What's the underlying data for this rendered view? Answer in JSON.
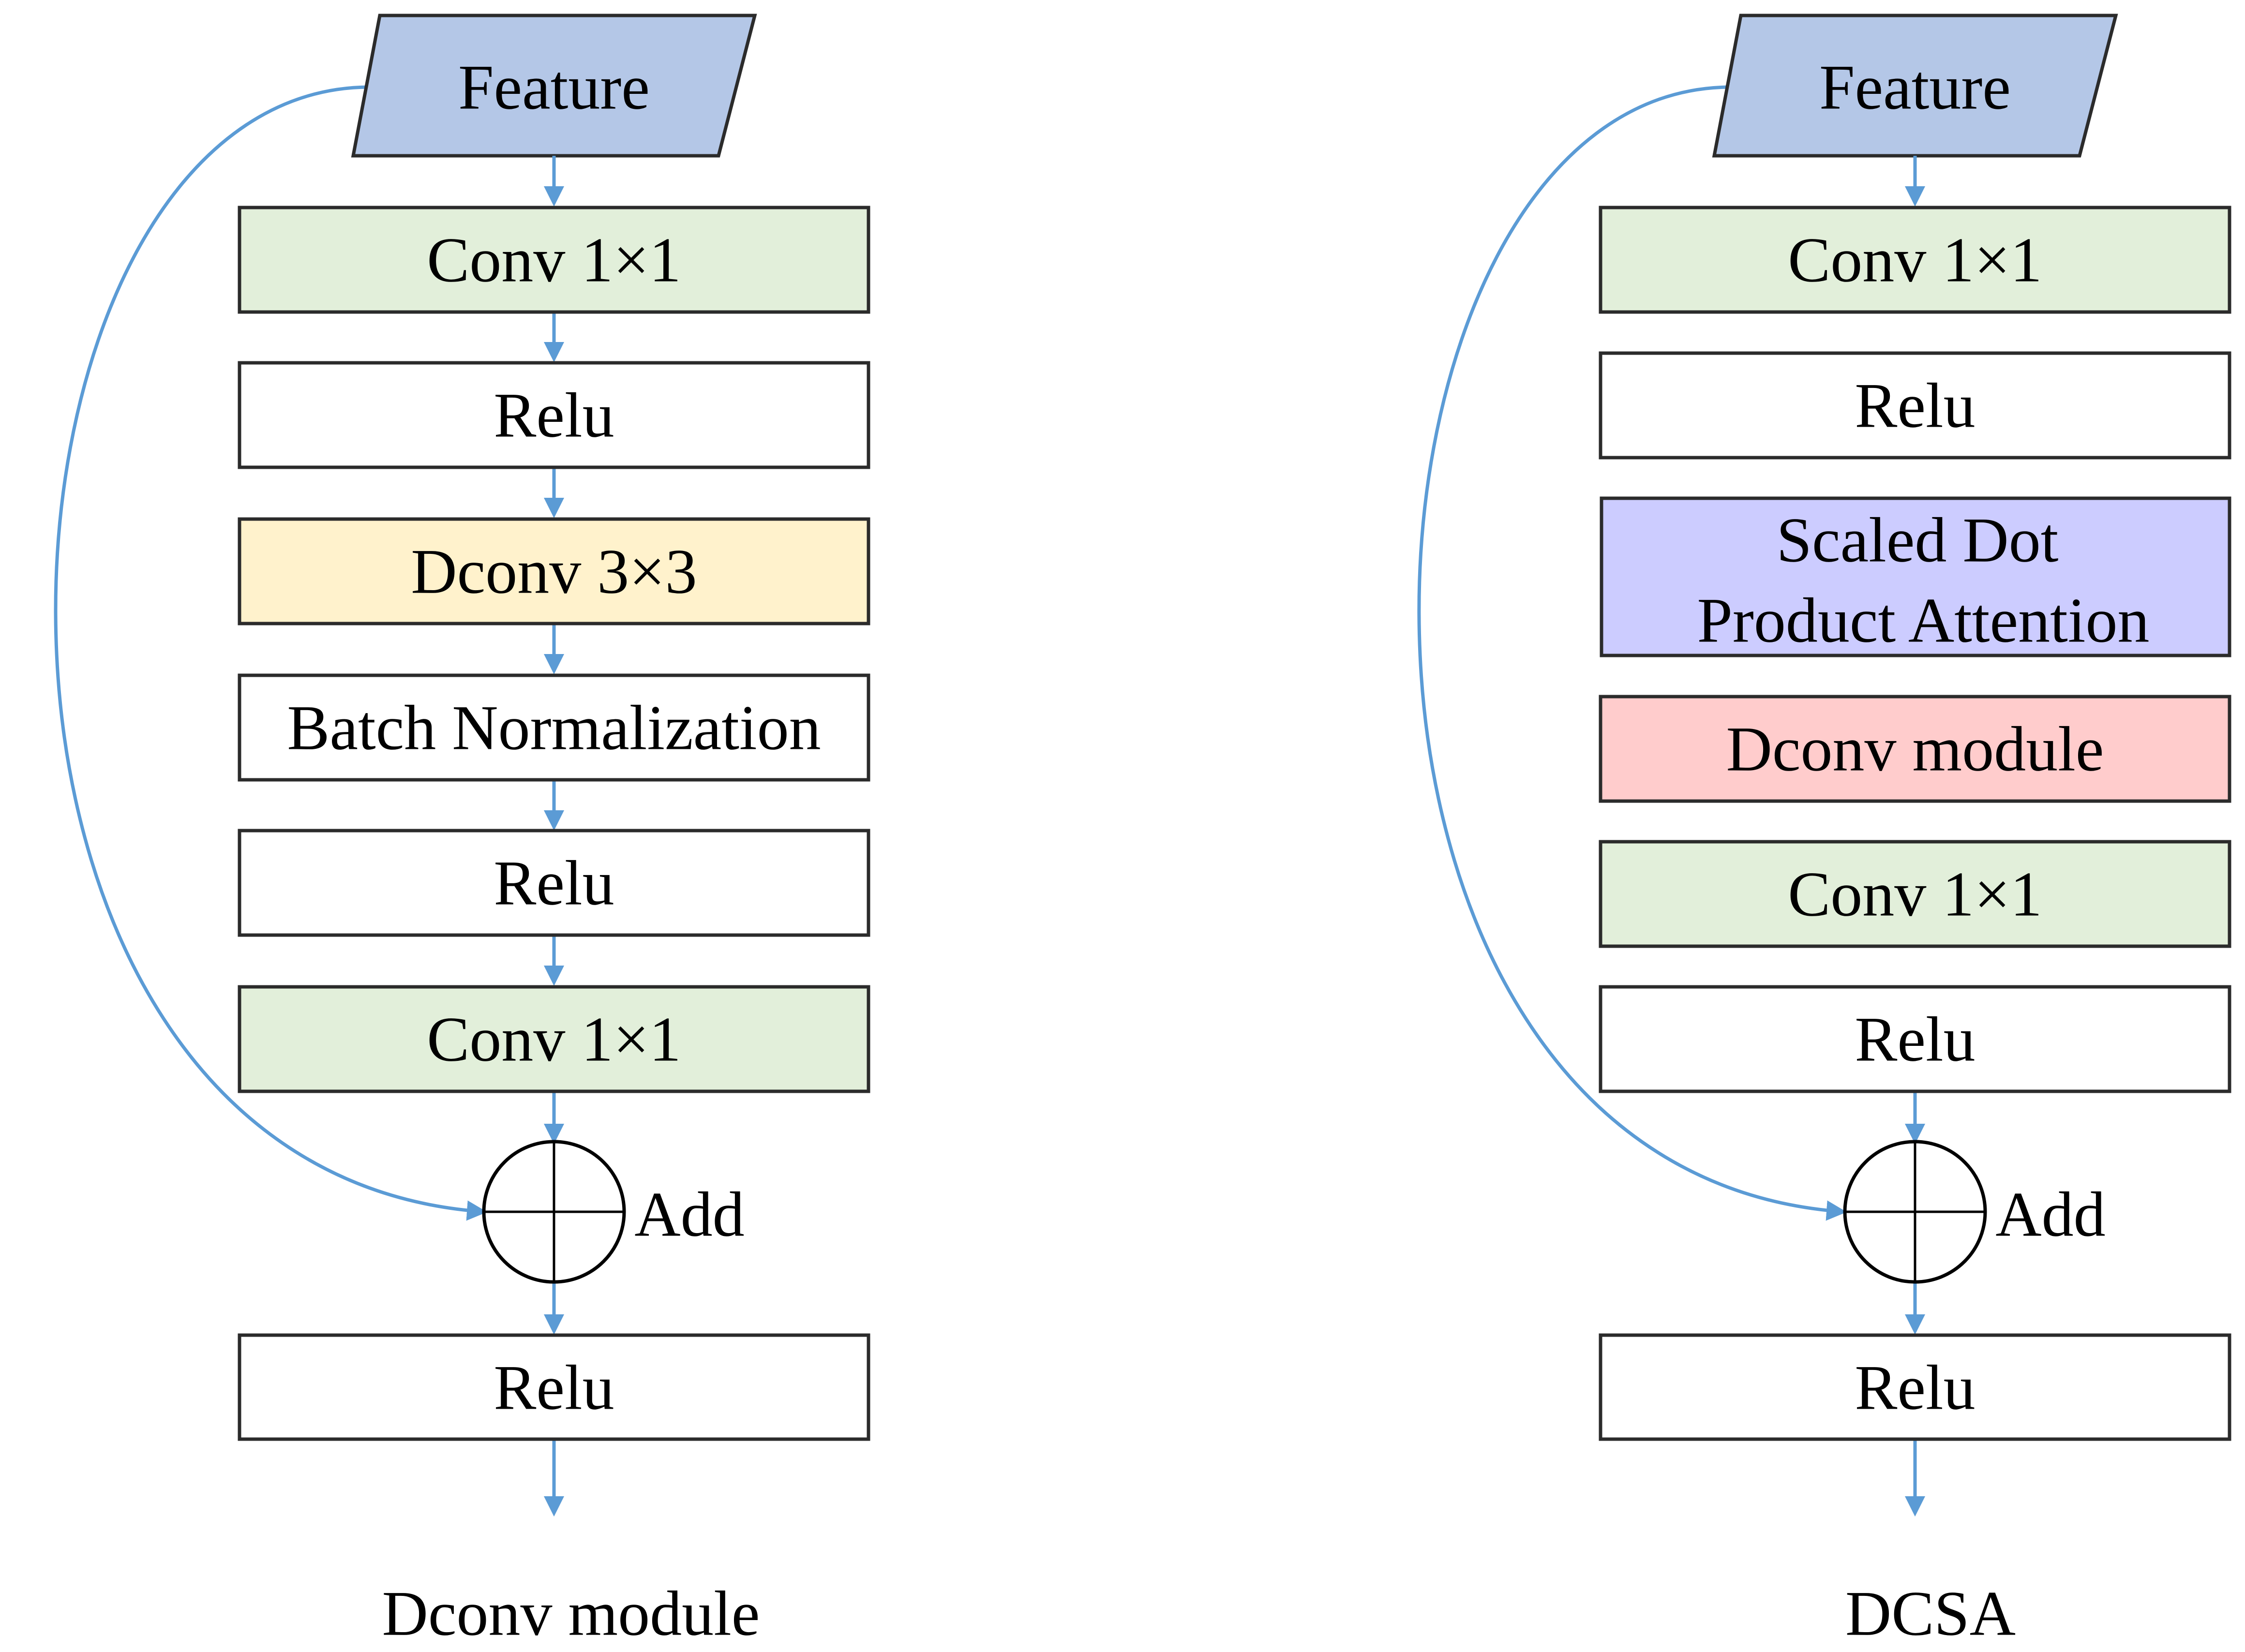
{
  "colors": {
    "input": "#b4c7e7",
    "conv": "#e2efda",
    "dconv": "#fff2cc",
    "attention": "#ccccff",
    "dconv_module": "#ffcccc",
    "plain": "#ffffff",
    "arrow": "#5b9bd5"
  },
  "left": {
    "input": "Feature",
    "layers": [
      {
        "label": "Conv 1×1",
        "kind": "conv"
      },
      {
        "label": "Relu",
        "kind": "plain"
      },
      {
        "label": "Dconv 3×3",
        "kind": "dconv"
      },
      {
        "label": "Batch Normalization",
        "kind": "plain"
      },
      {
        "label": "Relu",
        "kind": "plain"
      },
      {
        "label": "Conv 1×1",
        "kind": "conv"
      }
    ],
    "add_label": "Add",
    "output": "Relu",
    "caption": "Dconv module"
  },
  "right": {
    "input": "Feature",
    "layers": [
      {
        "label": "Conv 1×1",
        "kind": "conv"
      },
      {
        "label": "Relu",
        "kind": "plain"
      },
      {
        "label": [
          "Scaled Dot",
          "Product Attention"
        ],
        "kind": "attention"
      },
      {
        "label": "Dconv module",
        "kind": "dconv_module"
      },
      {
        "label": "Conv 1×1",
        "kind": "conv"
      },
      {
        "label": "Relu",
        "kind": "plain"
      }
    ],
    "add_label": "Add",
    "output": "Relu",
    "caption": "DCSA"
  }
}
